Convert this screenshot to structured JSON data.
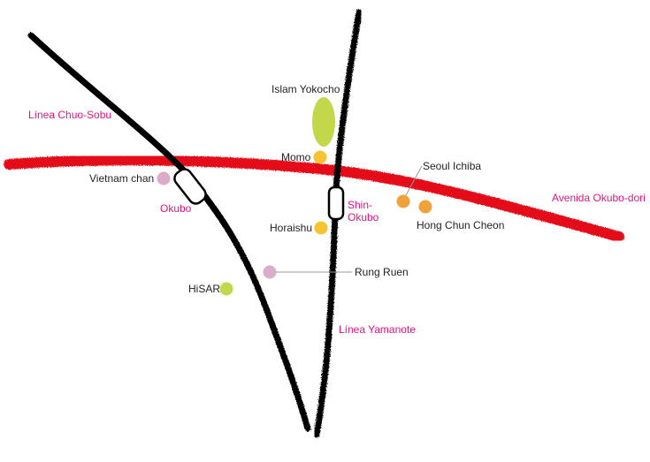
{
  "lines": {
    "chuo_sobu": "Línea Chuo-Sobu",
    "yamanote": "Línea Yamanote",
    "okubo_dori": "Avenida Okubo-dori"
  },
  "stations": {
    "okubo": "Okubo",
    "shin_okubo_1": "Shin-",
    "shin_okubo_2": "Okubo"
  },
  "places": {
    "islam_yokocho": "Islam Yokocho",
    "momo": "Momo",
    "vietnam_chan": "Vietnam chan",
    "horaishu": "Horaishu",
    "seoul_ichiba": "Seoul Ichiba",
    "hong_chun_cheon": "Hong Chun Cheon",
    "rung_ruen": "Rung Ruen",
    "hisar": "HiSAR"
  },
  "colors": {
    "label_pink": "#e5127d",
    "road_red": "#e3000f",
    "green": "#c2d84a",
    "yellow": "#f6c431",
    "orange": "#f0a23a",
    "pink_dot": "#dcabca"
  }
}
